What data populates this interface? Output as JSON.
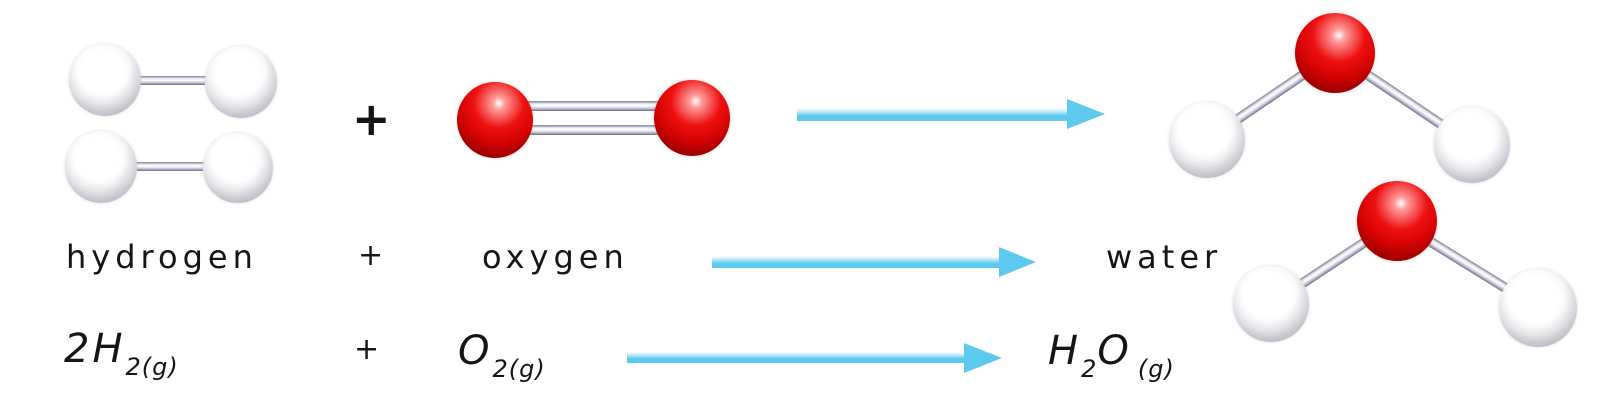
{
  "colors": {
    "atom-red": "#ee1111",
    "arrow-blue": "#5ec9ee",
    "bond-fill": "#c9c9e0",
    "text-color": "#151515"
  },
  "models_row": {
    "plus": "+"
  },
  "names_row": {
    "reactant1": "hydrogen",
    "plus": "+",
    "reactant2": "oxygen",
    "product": "water"
  },
  "equation_row": {
    "hydrogen": {
      "main": "2H",
      "sub": "2(g)"
    },
    "plus": "+",
    "oxygen": {
      "main": "O",
      "sub": "2(g)"
    },
    "water": {
      "h": "H",
      "h_sub": "2",
      "o": "O",
      "state_sub": "(g)"
    }
  }
}
